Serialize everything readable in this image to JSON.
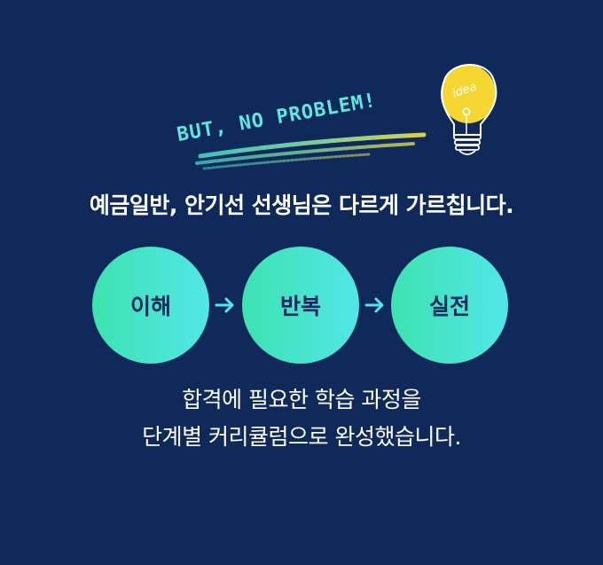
{
  "tagline": {
    "text": "BUT, NO PROBLEM!",
    "color": "#5fe6e0"
  },
  "bulb": {
    "label": "idea",
    "icon": "lightbulb-icon",
    "glow_color": "#f6d631"
  },
  "headline": {
    "text": "예금일반, 안기선 선생님은 다르게 가르칩니다."
  },
  "steps": [
    {
      "label": "이해"
    },
    {
      "label": "반복"
    },
    {
      "label": "실전"
    }
  ],
  "description": {
    "line1": "합격에 필요한 학습 과정을",
    "line2": "단계별 커리큘럼으로 완성했습니다."
  },
  "colors": {
    "background": "#0f2a5a",
    "circle_start": "#3de3b0",
    "circle_end": "#52e6e8",
    "arrow": "#52e6e8"
  }
}
